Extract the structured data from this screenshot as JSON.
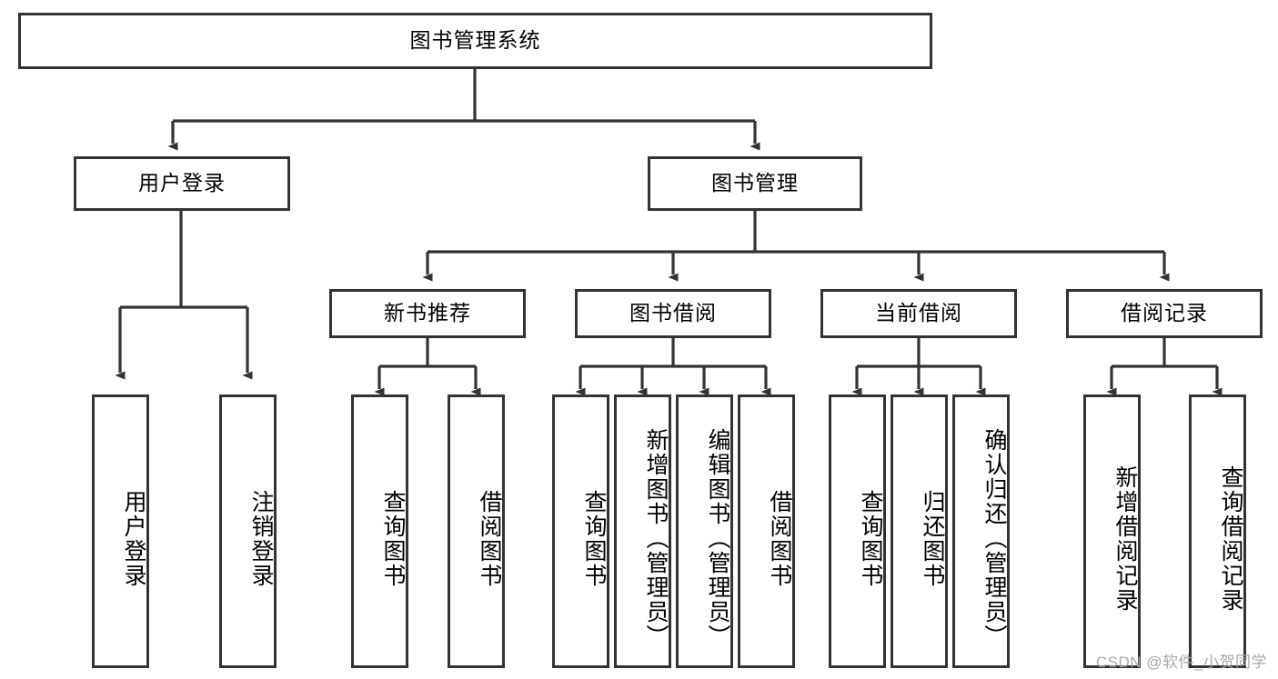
{
  "diagram": {
    "type": "tree-hierarchy",
    "title": "图书管理系统",
    "orientation": "top-down",
    "background_color": "#ffffff",
    "line_color": "#333333",
    "box_border_color": "#333333",
    "box_fill_color": "#ffffff",
    "text_color": "#000000"
  },
  "nodes": {
    "root": {
      "label": "图书管理系统",
      "level": 1
    },
    "l2": [
      {
        "id": "user-login",
        "label": "用户登录",
        "level": 2
      },
      {
        "id": "book-manage",
        "label": "图书管理",
        "level": 2
      }
    ],
    "l3": [
      {
        "id": "new-book-recommend",
        "label": "新书推荐",
        "level": 3
      },
      {
        "id": "book-borrow",
        "label": "图书借阅",
        "level": 3
      },
      {
        "id": "current-borrow",
        "label": "当前借阅",
        "level": 3
      },
      {
        "id": "borrow-record",
        "label": "借阅记录",
        "level": 3
      }
    ],
    "leaves": [
      {
        "id": "leaf-user-login",
        "label": "用户登录",
        "parent": "user-login"
      },
      {
        "id": "leaf-logout-login",
        "label": "注销登录",
        "parent": "user-login"
      },
      {
        "id": "leaf-query-book-1",
        "label": "查询图书",
        "parent": "new-book-recommend"
      },
      {
        "id": "leaf-borrow-book-1",
        "label": "借阅图书",
        "parent": "new-book-recommend"
      },
      {
        "id": "leaf-query-book-2",
        "label": "查询图书",
        "parent": "book-borrow"
      },
      {
        "id": "leaf-add-book",
        "label": "新增图书（管理员）",
        "parent": "book-borrow"
      },
      {
        "id": "leaf-edit-book",
        "label": "编辑图书（管理员）",
        "parent": "book-borrow"
      },
      {
        "id": "leaf-borrow-book-2",
        "label": "借阅图书",
        "parent": "book-borrow"
      },
      {
        "id": "leaf-query-book-3",
        "label": "查询图书",
        "parent": "current-borrow"
      },
      {
        "id": "leaf-return-book",
        "label": "归还图书",
        "parent": "current-borrow"
      },
      {
        "id": "leaf-confirm-return",
        "label": "确认归还（管理员）",
        "parent": "current-borrow"
      },
      {
        "id": "leaf-add-record",
        "label": "新增借阅记录",
        "parent": "borrow-record"
      },
      {
        "id": "leaf-query-record",
        "label": "查询借阅记录",
        "parent": "borrow-record"
      }
    ]
  },
  "watermark": {
    "text": "CSDN @软件_小贺同学",
    "color": "#a8a8a8"
  }
}
